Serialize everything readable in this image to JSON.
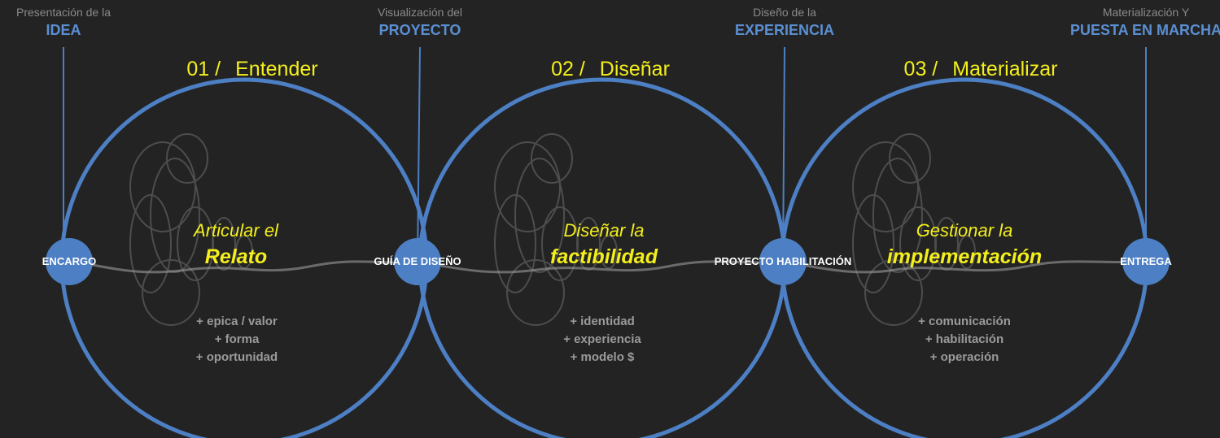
{
  "colors": {
    "background": "#232323",
    "accent_blue": "#4d7fc4",
    "label_blue": "#5b8fd3",
    "highlight_yellow": "#f4ef1c",
    "muted_gray": "#9a9a9a"
  },
  "milestones": [
    {
      "small": "Presentación de la",
      "big": "IDEA",
      "node": "ENCARGO"
    },
    {
      "small": "Visualización del",
      "big": "PROYECTO",
      "node": "GUÍA DE DISEÑO"
    },
    {
      "small": "Diseño de la",
      "big": "EXPERIENCIA",
      "node": "PROYECTO HABILITACIÓN"
    },
    {
      "small": "Materialización Y",
      "big": "PUESTA EN MARCHA",
      "node": "ENTREGA"
    }
  ],
  "phases": [
    {
      "number": "01 /",
      "title": "Entender",
      "line1": "Articular el",
      "line2": "Relato",
      "bullets": [
        "+ epica / valor",
        "+ forma",
        "+ oportunidad"
      ]
    },
    {
      "number": "02 /",
      "title": "Diseñar",
      "line1": "Diseñar la",
      "line2": "factibilidad",
      "bullets": [
        "+ identidad",
        "+ experiencia",
        "+ modelo $"
      ]
    },
    {
      "number": "03 /",
      "title": "Materializar",
      "line1": "Gestionar la",
      "line2": "implementación",
      "bullets": [
        "+ comunicación",
        "+ habilitación",
        "+ operación"
      ]
    }
  ]
}
